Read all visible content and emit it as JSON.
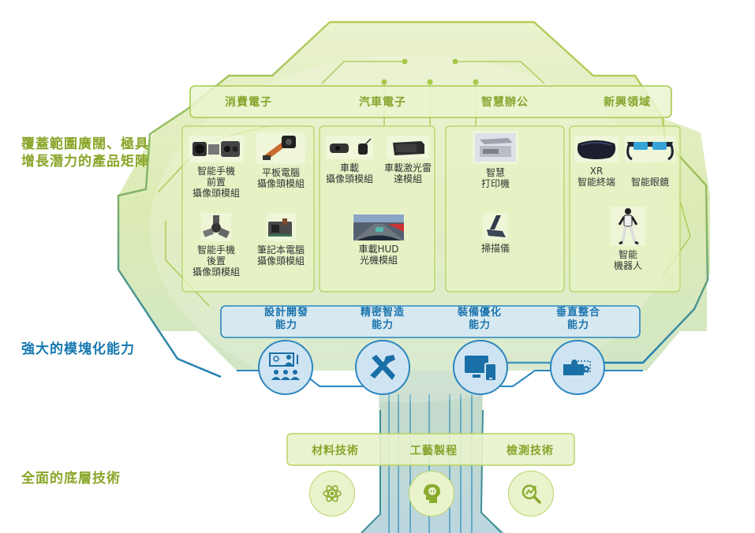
{
  "side_labels": {
    "products": [
      "覆蓋範圍廣闊、極具",
      "增長潛力的產品矩陣"
    ],
    "capabilities": "強大的模塊化能力",
    "technologies": "全面的底層技術"
  },
  "categories": [
    "消費電子",
    "汽車電子",
    "智慧辦公",
    "新興領域"
  ],
  "products": {
    "consumer": [
      {
        "lines": [
          "智能手機",
          "前置",
          "攝像頭模組"
        ],
        "icon": "front-camera-module-icon"
      },
      {
        "lines": [
          "平板電腦",
          "攝像頭模組"
        ],
        "icon": "tablet-camera-module-icon"
      },
      {
        "lines": [
          "智能手機",
          "後置",
          "攝像頭模組"
        ],
        "icon": "rear-camera-module-icon"
      },
      {
        "lines": [
          "筆記本電腦",
          "攝像頭模組"
        ],
        "icon": "laptop-camera-module-icon"
      }
    ],
    "automotive": [
      {
        "lines": [
          "車載",
          "攝像頭模組"
        ],
        "icon": "car-camera-icon"
      },
      {
        "lines": [
          "車載激光雷",
          "達模組"
        ],
        "icon": "lidar-icon"
      },
      {
        "lines": [
          "車載HUD",
          "光機模組"
        ],
        "icon": "hud-icon"
      }
    ],
    "office": [
      {
        "lines": [
          "智慧",
          "打印機"
        ],
        "icon": "printer-icon"
      },
      {
        "lines": [
          "掃描儀"
        ],
        "icon": "scanner-icon"
      }
    ],
    "emerging": [
      {
        "lines": [
          "XR",
          "智能終端"
        ],
        "icon": "xr-headset-icon"
      },
      {
        "lines": [
          "智能眼鏡"
        ],
        "icon": "smart-glasses-icon"
      },
      {
        "lines": [
          "智能",
          "機器人"
        ],
        "icon": "robot-icon"
      }
    ]
  },
  "capabilities": [
    {
      "lines": [
        "設計開發",
        "能力"
      ],
      "icon": "presentation-team-icon"
    },
    {
      "lines": [
        "精密智造",
        "能力"
      ],
      "icon": "tools-icon"
    },
    {
      "lines": [
        "裝備優化",
        "能力"
      ],
      "icon": "devices-icon"
    },
    {
      "lines": [
        "垂直整合",
        "能力"
      ],
      "icon": "puzzle-icon"
    }
  ],
  "technologies": [
    {
      "label": "材料技術",
      "icon": "atom-icon"
    },
    {
      "label": "工藝製程",
      "icon": "head-gear-icon"
    },
    {
      "label": "檢測技術",
      "icon": "analytics-magnifier-icon"
    }
  ],
  "colors": {
    "green_text": "#8aa62a",
    "blue_text": "#1778b0",
    "green_line": "#a8c84a",
    "blue_line": "#2c86bf"
  }
}
